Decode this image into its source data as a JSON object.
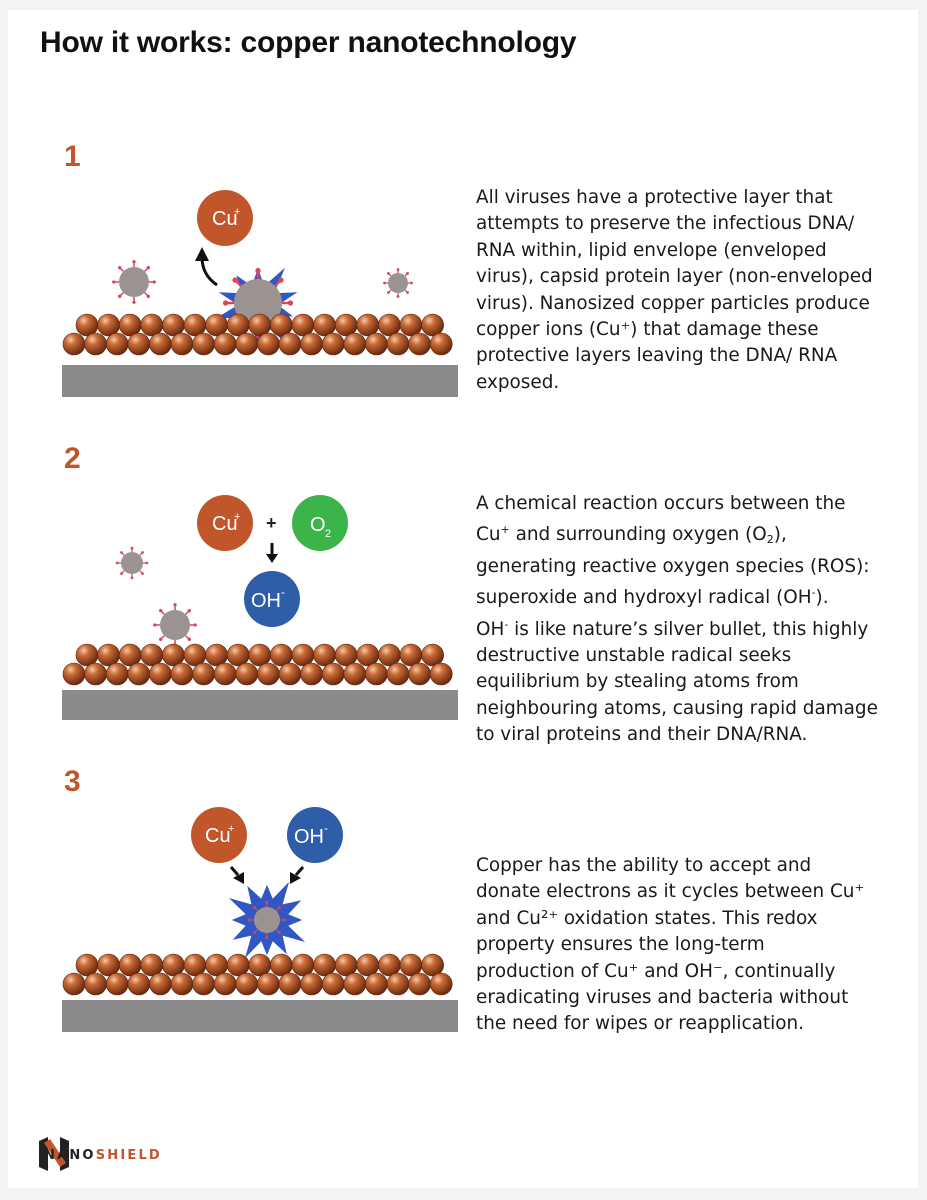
{
  "title": "How it works: copper nanotechnology",
  "colors": {
    "copper": "#c0562a",
    "ion_blue": "#2f5ea8",
    "oxygen_green": "#3bb54a",
    "virus_gray": "#9a9390",
    "spike_red": "#d9455b",
    "burst_blue": "#3057c4",
    "surface_gray": "#8a8a8a"
  },
  "steps": [
    {
      "number": "1",
      "labels": {
        "ion": "Cu",
        "ion_charge": "+"
      },
      "description_lines": [
        "All viruses have a protective layer that",
        "attempts to preserve the infectious DNA/",
        "RNA within, lipid envelope (enveloped",
        "virus), capsid protein layer (non-enveloped",
        "virus). Nanosized copper particles produce",
        "copper ions (Cu⁺) that damage these",
        "protective layers leaving the DNA/ RNA",
        "exposed."
      ]
    },
    {
      "number": "2",
      "labels": {
        "ion": "Cu",
        "ion_charge": "+",
        "plus": "+",
        "oxygen": "O",
        "oxygen_sub": "2",
        "hydroxyl": "OH",
        "hydroxyl_charge": "-"
      },
      "description": {
        "l1": "A chemical reaction occurs between the",
        "l2_a": "Cu",
        "l2_sup": "+",
        "l2_b": " and surrounding oxygen (O",
        "l2_sub": "2",
        "l2_c": "),",
        "l3": "generating reactive oxygen species (ROS):",
        "l4_a": "superoxide and hydroxyl radical (OH",
        "l4_sup": "-",
        "l4_b": ").",
        "l5_a": "OH",
        "l5_sup": "-",
        "l5_b": " is like nature’s silver bullet, this highly",
        "l6": "destructive unstable radical seeks",
        "l7": "equilibrium by stealing atoms from",
        "l8": "neighbouring atoms, causing rapid damage",
        "l9": "to viral proteins and their DNA/RNA."
      }
    },
    {
      "number": "3",
      "labels": {
        "ion": "Cu",
        "ion_charge": "+",
        "hydroxyl": "OH",
        "hydroxyl_charge": "-"
      },
      "description_lines": [
        "Copper has the ability to accept and",
        "donate electrons as it cycles between Cu⁺",
        "and Cu²⁺ oxidation states. This redox",
        "property ensures the long-term",
        "production of Cu⁺ and OH⁻, continually",
        "eradicating viruses and bacteria without",
        "the need for wipes or reapplication."
      ]
    }
  ],
  "brand": {
    "name_part1": "NANO",
    "name_part2": "SHIELD"
  }
}
